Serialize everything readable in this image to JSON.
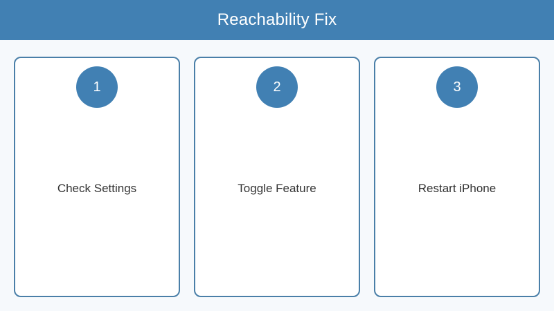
{
  "header": {
    "title": "Reachability Fix",
    "background_color": "#4180b3",
    "text_color": "#ffffff"
  },
  "page": {
    "background_color": "#f6f9fc"
  },
  "card_style": {
    "fill_color": "#ffffff",
    "border_color": "#4a7fa8",
    "badge_color": "#4180b3",
    "badge_text_color": "#ffffff",
    "label_color": "#333333"
  },
  "steps": [
    {
      "number": "1",
      "label": "Check Settings"
    },
    {
      "number": "2",
      "label": "Toggle Feature"
    },
    {
      "number": "3",
      "label": "Restart iPhone"
    }
  ]
}
